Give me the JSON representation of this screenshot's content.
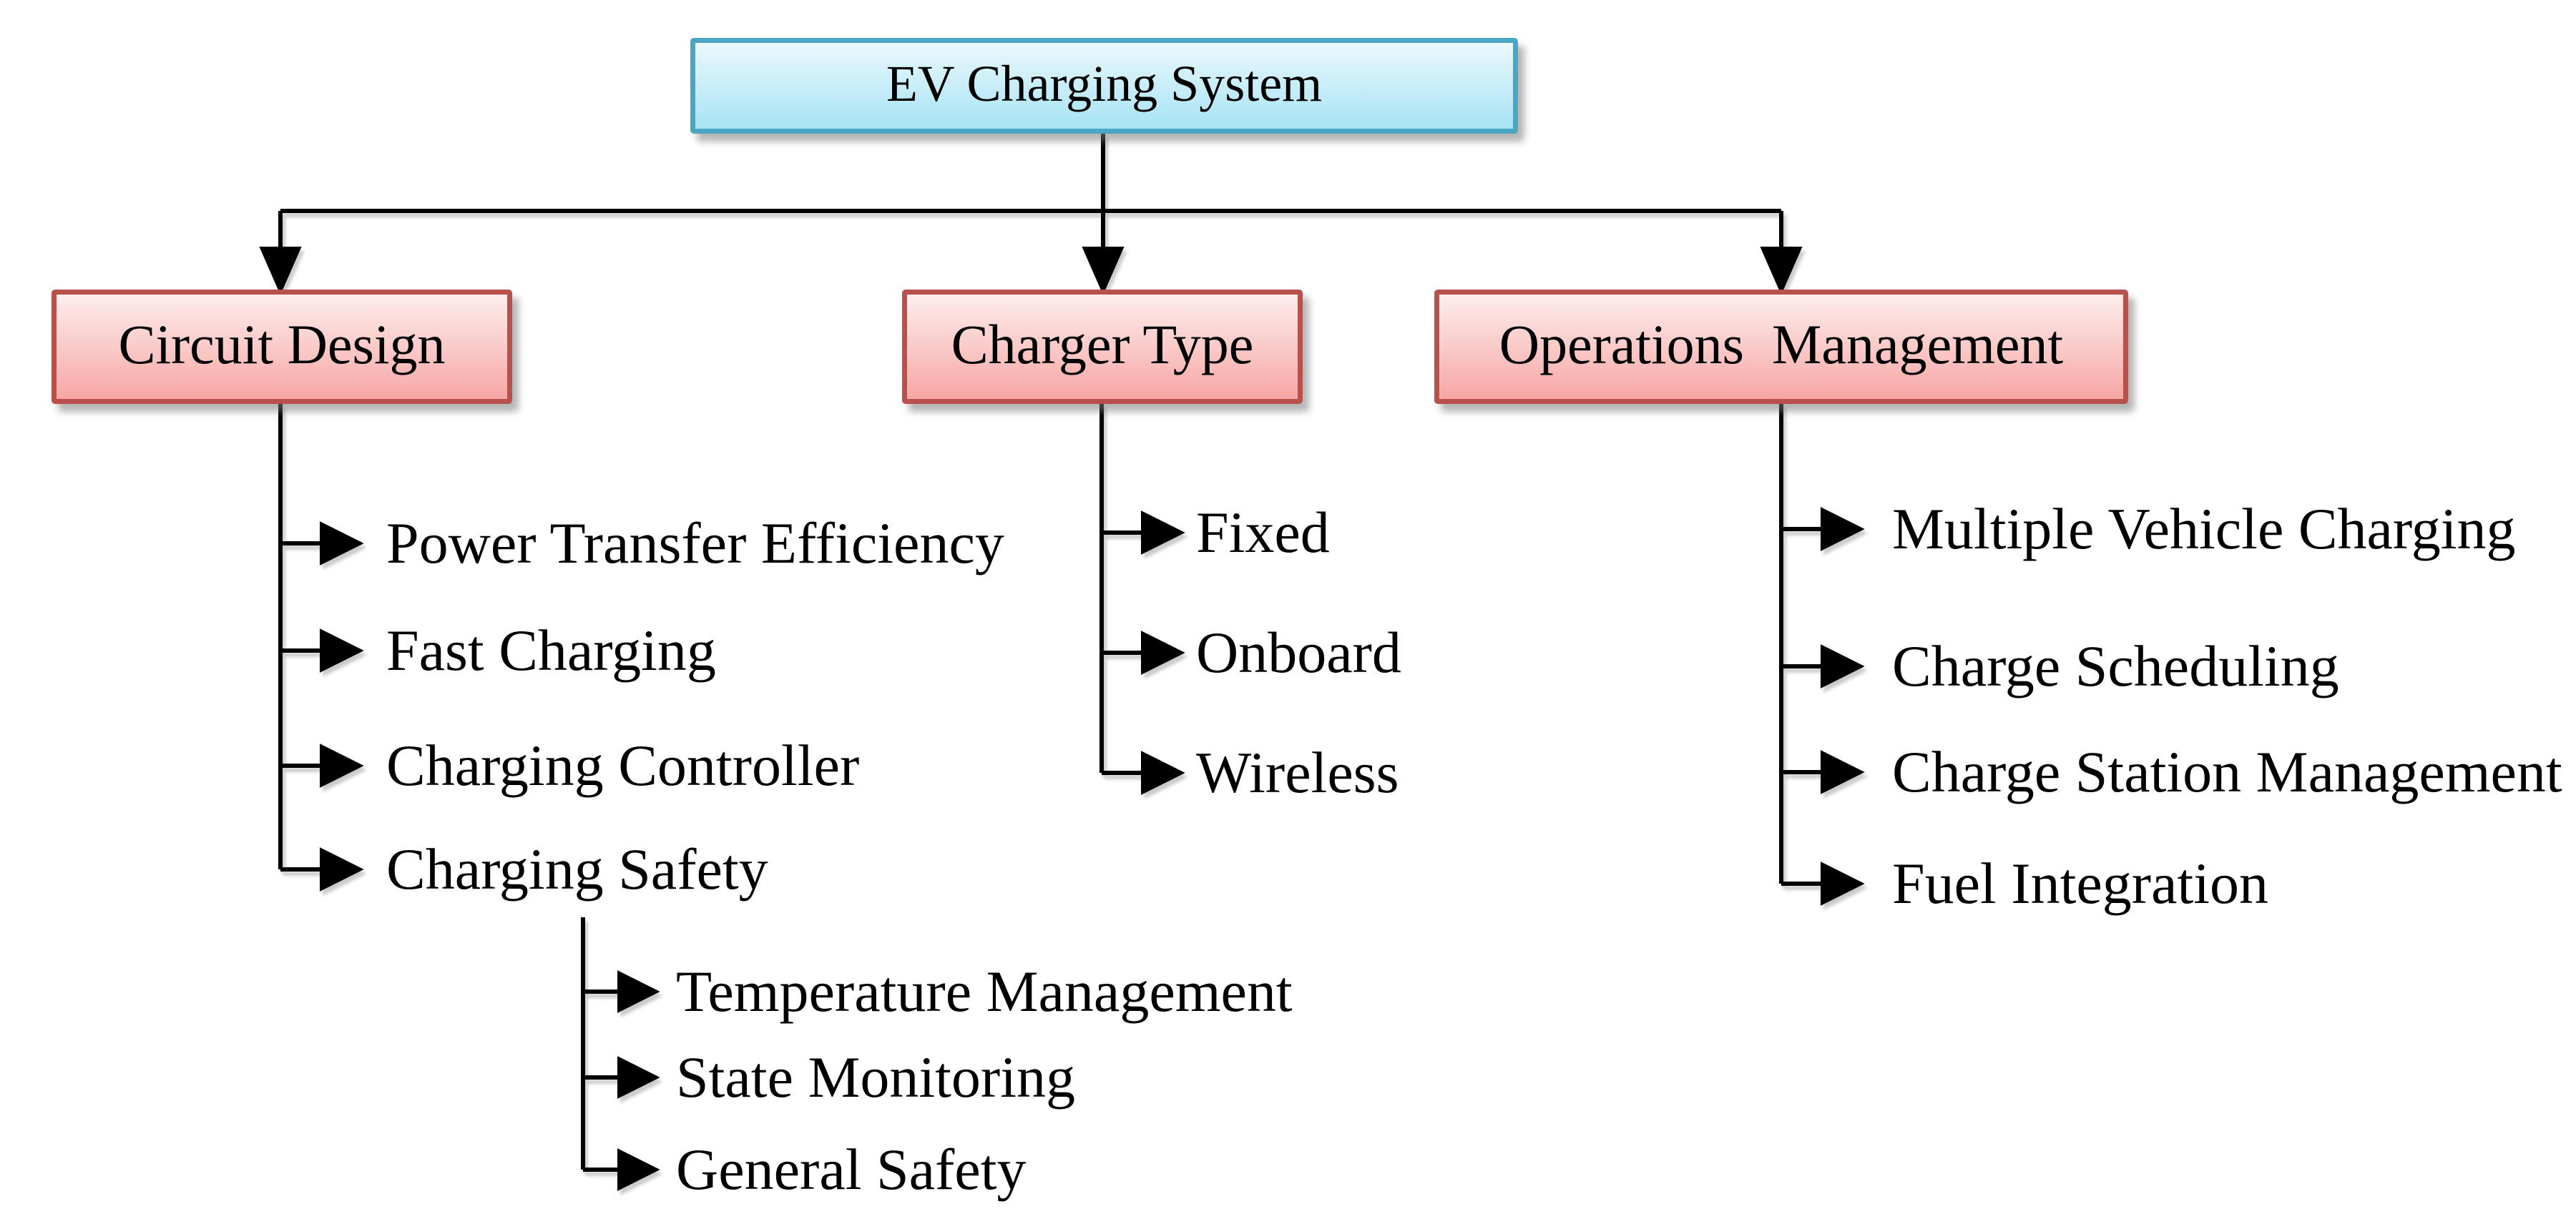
{
  "diagram": {
    "root": {
      "label": "EV Charging System"
    },
    "branches": [
      {
        "label": "Circuit Design",
        "children": [
          {
            "label": "Power Transfer Efficiency"
          },
          {
            "label": "Fast Charging"
          },
          {
            "label": "Charging Controller"
          },
          {
            "label": "Charging Safety",
            "children": [
              {
                "label": "Temperature Management"
              },
              {
                "label": "State Monitoring"
              },
              {
                "label": "General Safety"
              }
            ]
          }
        ]
      },
      {
        "label": "Charger Type",
        "children": [
          {
            "label": "Fixed"
          },
          {
            "label": "Onboard"
          },
          {
            "label": "Wireless"
          }
        ]
      },
      {
        "label": "Operations  Management",
        "children": [
          {
            "label": "Multiple Vehicle Charging"
          },
          {
            "label": "Charge Scheduling"
          },
          {
            "label": "Charge Station Management"
          },
          {
            "label": "Fuel Integration"
          }
        ]
      }
    ],
    "style": {
      "root_fill_top": "#EAF8FD",
      "root_fill_bottom": "#A7E3F4",
      "root_border": "#4BA6C3",
      "branch_fill_top": "#FDEEED",
      "branch_fill_bottom": "#F7A7A4",
      "branch_border": "#B8504C",
      "line_color": "#000000",
      "text_color": "#000000"
    }
  }
}
